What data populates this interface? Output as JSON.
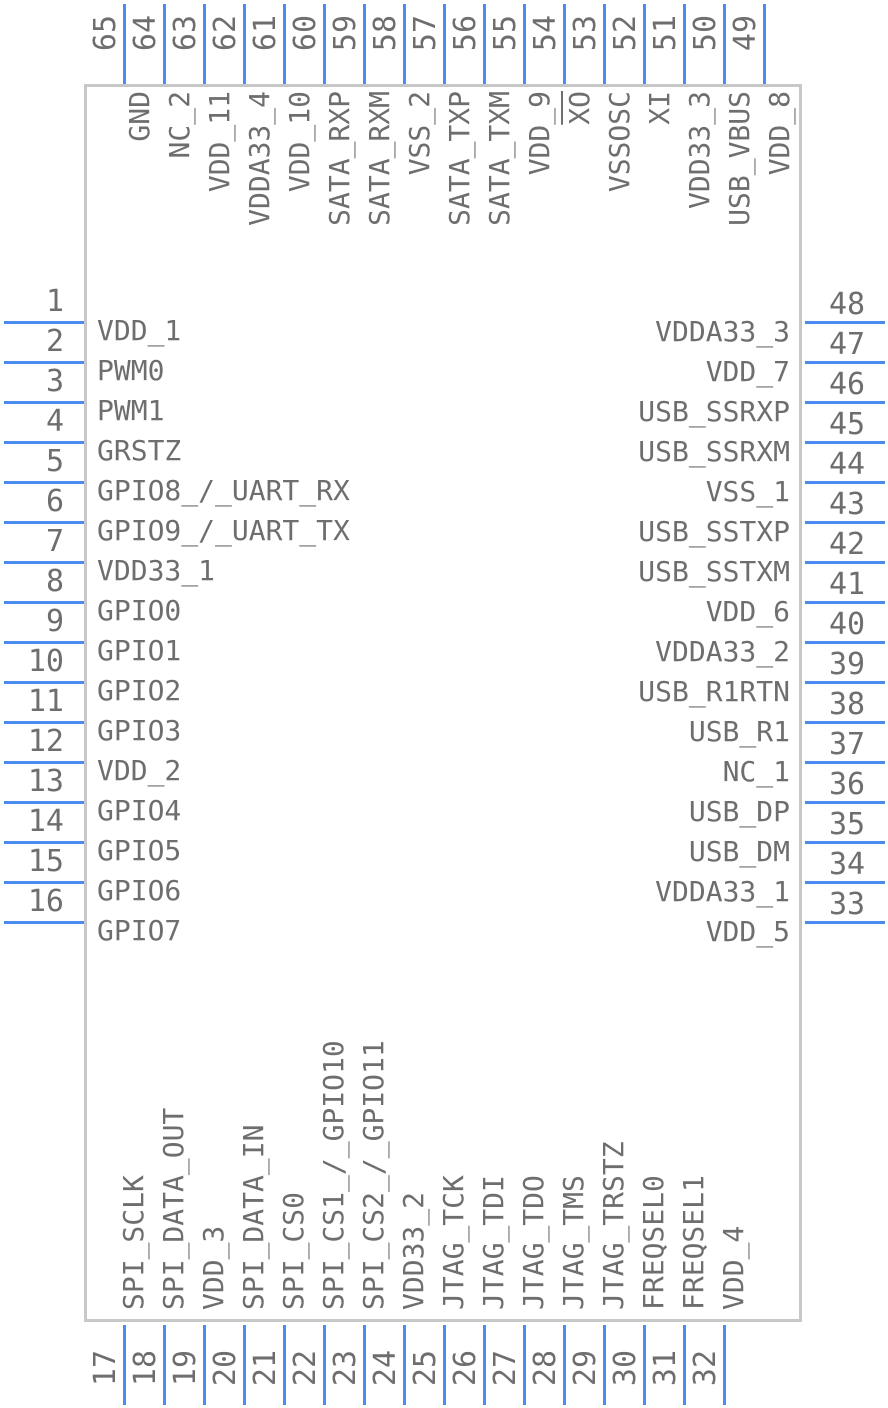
{
  "component": {
    "outline_color": "#c8c8c8",
    "pin_color": "#4a8cf0",
    "text_color": "#6e6e6e"
  },
  "pins": {
    "left": [
      {
        "num": "1",
        "name": "VDD_1"
      },
      {
        "num": "2",
        "name": "PWM0"
      },
      {
        "num": "3",
        "name": "PWM1"
      },
      {
        "num": "4",
        "name": "GRSTZ"
      },
      {
        "num": "5",
        "name": "GPIO8_/_UART_RX"
      },
      {
        "num": "6",
        "name": "GPIO9_/_UART_TX"
      },
      {
        "num": "7",
        "name": "VDD33_1"
      },
      {
        "num": "8",
        "name": "GPIO0"
      },
      {
        "num": "9",
        "name": "GPIO1"
      },
      {
        "num": "10",
        "name": "GPIO2"
      },
      {
        "num": "11",
        "name": "GPIO3"
      },
      {
        "num": "12",
        "name": "VDD_2"
      },
      {
        "num": "13",
        "name": "GPIO4"
      },
      {
        "num": "14",
        "name": "GPIO5"
      },
      {
        "num": "15",
        "name": "GPIO6"
      },
      {
        "num": "16",
        "name": "GPIO7"
      }
    ],
    "bottom": [
      {
        "num": "17",
        "name": "SPI_SCLK"
      },
      {
        "num": "18",
        "name": "SPI_DATA_OUT"
      },
      {
        "num": "19",
        "name": "VDD_3"
      },
      {
        "num": "20",
        "name": "SPI_DATA_IN"
      },
      {
        "num": "21",
        "name": "SPI_CS0"
      },
      {
        "num": "22",
        "name": "SPI_CS1_/_GPIO10"
      },
      {
        "num": "23",
        "name": "SPI_CS2_/_GPIO11"
      },
      {
        "num": "24",
        "name": "VDD33_2"
      },
      {
        "num": "25",
        "name": "JTAG_TCK"
      },
      {
        "num": "26",
        "name": "JTAG_TDI"
      },
      {
        "num": "27",
        "name": "JTAG_TDO"
      },
      {
        "num": "28",
        "name": "JTAG_TMS"
      },
      {
        "num": "29",
        "name": "JTAG_TRSTZ"
      },
      {
        "num": "30",
        "name": "FREQSEL0"
      },
      {
        "num": "31",
        "name": "FREQSEL1"
      },
      {
        "num": "32",
        "name": "VDD_4"
      }
    ],
    "right": [
      {
        "num": "48",
        "name": "VDDA33_3"
      },
      {
        "num": "47",
        "name": "VDD_7"
      },
      {
        "num": "46",
        "name": "USB_SSRXP"
      },
      {
        "num": "45",
        "name": "USB_SSRXM"
      },
      {
        "num": "44",
        "name": "VSS_1"
      },
      {
        "num": "43",
        "name": "USB_SSTXP"
      },
      {
        "num": "42",
        "name": "USB_SSTXM"
      },
      {
        "num": "41",
        "name": "VDD_6"
      },
      {
        "num": "40",
        "name": "VDDA33_2"
      },
      {
        "num": "39",
        "name": "USB_R1RTN"
      },
      {
        "num": "38",
        "name": "USB_R1"
      },
      {
        "num": "37",
        "name": "NC_1"
      },
      {
        "num": "36",
        "name": "USB_DP"
      },
      {
        "num": "35",
        "name": "USB_DM"
      },
      {
        "num": "34",
        "name": "VDDA33_1"
      },
      {
        "num": "33",
        "name": "VDD_5"
      }
    ],
    "top": [
      {
        "num": "65",
        "name": "GND"
      },
      {
        "num": "64",
        "name": "NC_2"
      },
      {
        "num": "63",
        "name": "VDD_11"
      },
      {
        "num": "62",
        "name": "VDDA33_4"
      },
      {
        "num": "61",
        "name": "VDD_10"
      },
      {
        "num": "60",
        "name": "SATA_RXP"
      },
      {
        "num": "59",
        "name": "SATA_RXM"
      },
      {
        "num": "58",
        "name": "VSS_2"
      },
      {
        "num": "57",
        "name": "SATA_TXP"
      },
      {
        "num": "56",
        "name": "SATA_TXM"
      },
      {
        "num": "55",
        "name": "VDD_9"
      },
      {
        "num": "54",
        "name": "XO"
      },
      {
        "num": "53",
        "name": "VSSOSC"
      },
      {
        "num": "52",
        "name": "XI"
      },
      {
        "num": "51",
        "name": "VDD33_3"
      },
      {
        "num": "50",
        "name": "USB_VBUS"
      },
      {
        "num": "49",
        "name": "VDD_8"
      }
    ]
  }
}
